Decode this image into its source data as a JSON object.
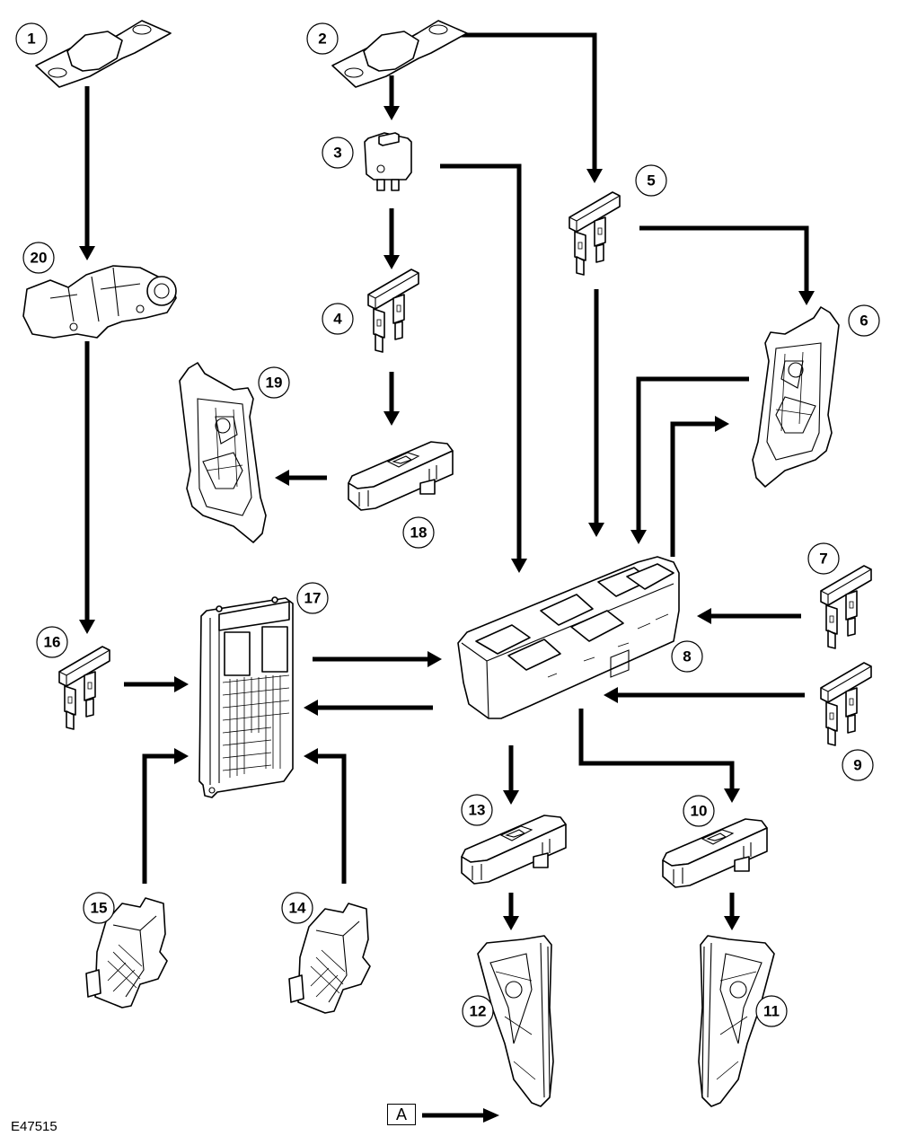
{
  "figure_id": "E47515",
  "key": {
    "label": "A",
    "meaning": "arrow-direction"
  },
  "components": [
    {
      "n": "1",
      "type": "mega-fuse"
    },
    {
      "n": "2",
      "type": "mega-fuse"
    },
    {
      "n": "3",
      "type": "relay"
    },
    {
      "n": "4",
      "type": "blade-fuse"
    },
    {
      "n": "5",
      "type": "blade-fuse"
    },
    {
      "n": "6",
      "type": "window-regulator-motor-front"
    },
    {
      "n": "7",
      "type": "blade-fuse"
    },
    {
      "n": "8",
      "type": "driver-window-switch-pack"
    },
    {
      "n": "9",
      "type": "blade-fuse"
    },
    {
      "n": "10",
      "type": "window-switch"
    },
    {
      "n": "11",
      "type": "window-regulator-motor-rear"
    },
    {
      "n": "12",
      "type": "window-regulator-motor-rear"
    },
    {
      "n": "13",
      "type": "window-switch"
    },
    {
      "n": "14",
      "type": "door-latch"
    },
    {
      "n": "15",
      "type": "door-latch"
    },
    {
      "n": "16",
      "type": "blade-fuse"
    },
    {
      "n": "17",
      "type": "central-junction-box"
    },
    {
      "n": "18",
      "type": "window-switch"
    },
    {
      "n": "19",
      "type": "window-regulator-motor-front"
    },
    {
      "n": "20",
      "type": "ignition-switch"
    }
  ],
  "connections": [
    {
      "from": "1",
      "to": "20"
    },
    {
      "from": "20",
      "to": "16"
    },
    {
      "from": "16",
      "to": "17"
    },
    {
      "from": "2",
      "to": "3"
    },
    {
      "from": "2",
      "to": "5"
    },
    {
      "from": "3",
      "to": "4"
    },
    {
      "from": "3",
      "to": "8"
    },
    {
      "from": "4",
      "to": "18"
    },
    {
      "from": "18",
      "to": "19"
    },
    {
      "from": "5",
      "to": "6"
    },
    {
      "from": "5",
      "to": "8"
    },
    {
      "from": "6",
      "to": "8"
    },
    {
      "from": "8",
      "to": "6"
    },
    {
      "from": "7",
      "to": "8"
    },
    {
      "from": "9",
      "to": "8"
    },
    {
      "from": "17",
      "to": "8"
    },
    {
      "from": "8",
      "to": "17"
    },
    {
      "from": "15",
      "to": "17"
    },
    {
      "from": "14",
      "to": "17"
    },
    {
      "from": "8",
      "to": "13"
    },
    {
      "from": "8",
      "to": "10"
    },
    {
      "from": "13",
      "to": "12"
    },
    {
      "from": "10",
      "to": "11"
    }
  ]
}
